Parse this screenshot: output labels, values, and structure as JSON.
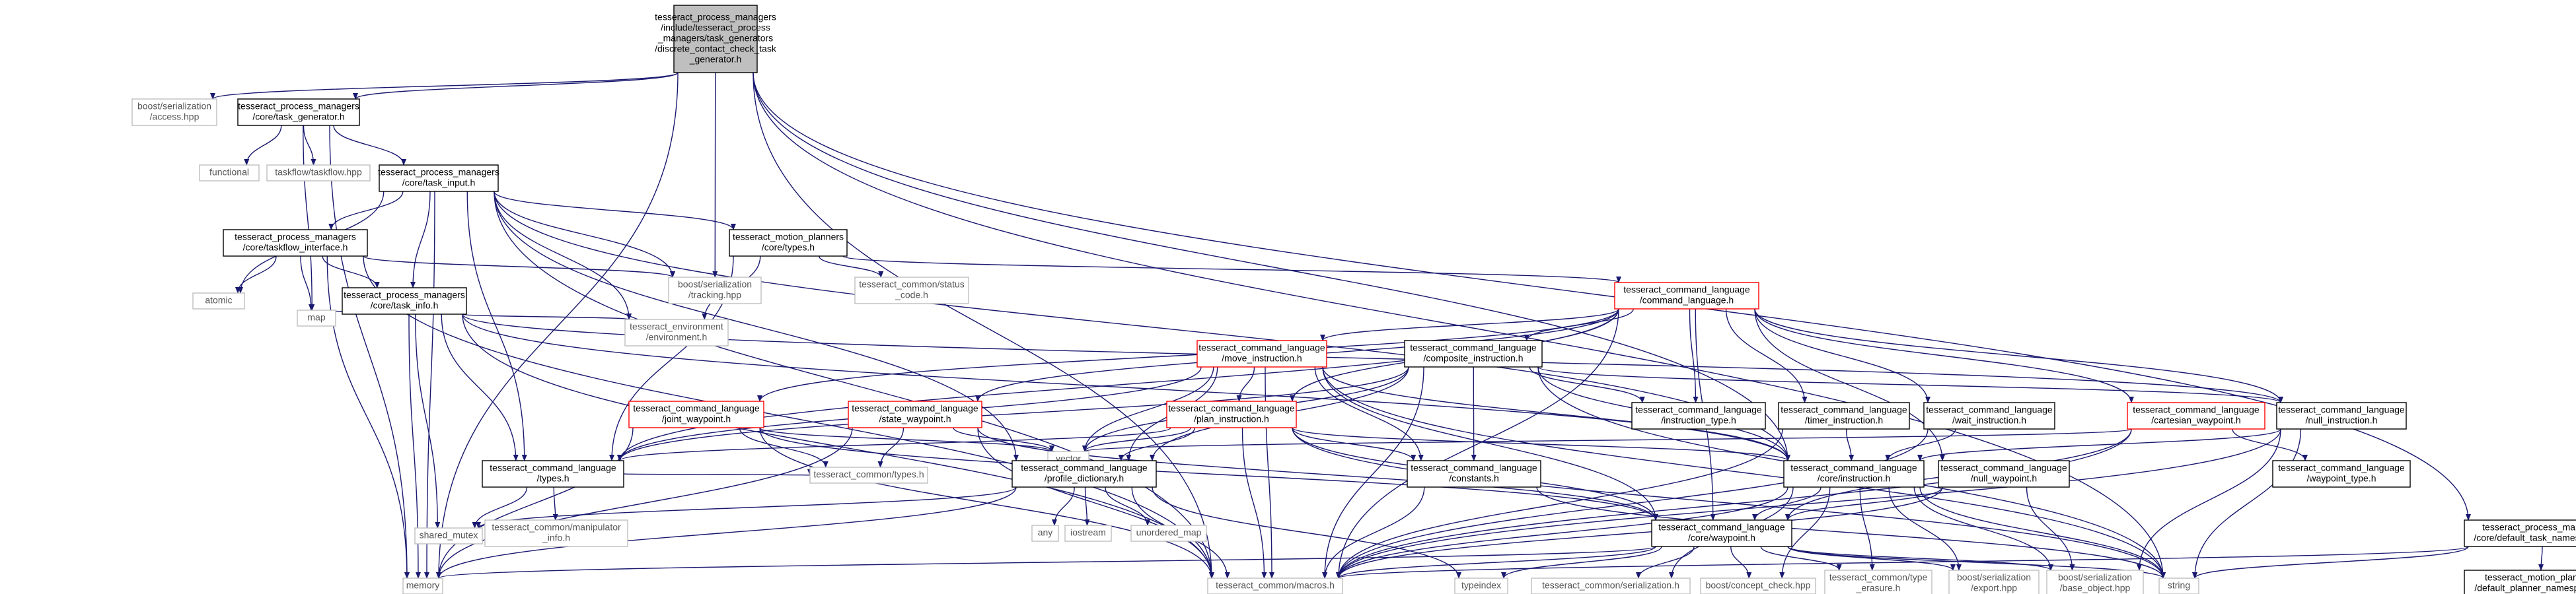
{
  "colors": {
    "edge": "#191970",
    "root_fill": "#bfbfbf",
    "border_normal": "#000000",
    "border_truncated": "#ff0000",
    "border_external": "#bfbfbf",
    "text_normal": "#000000",
    "text_external": "#555555",
    "node_fill": "#ffffff"
  },
  "nodes": [
    {
      "id": "root",
      "lines": [
        "tesseract_process_managers",
        "/include/tesseract_process",
        "_managers/task_generators",
        "/discrete_contact_check_task",
        "_generator.h"
      ],
      "style": "root"
    },
    {
      "id": "access",
      "lines": [
        "boost/serialization",
        "/access.hpp"
      ],
      "style": "external"
    },
    {
      "id": "task_generator",
      "lines": [
        "tesseract_process_managers",
        "/core/task_generator.h"
      ],
      "style": "normal"
    },
    {
      "id": "functional",
      "lines": [
        "functional"
      ],
      "style": "external"
    },
    {
      "id": "taskflow",
      "lines": [
        "taskflow/taskflow.hpp"
      ],
      "style": "external"
    },
    {
      "id": "task_input",
      "lines": [
        "tesseract_process_managers",
        "/core/task_input.h"
      ],
      "style": "normal"
    },
    {
      "id": "taskflow_interface",
      "lines": [
        "tesseract_process_managers",
        "/core/taskflow_interface.h"
      ],
      "style": "normal"
    },
    {
      "id": "motion_types",
      "lines": [
        "tesseract_motion_planners",
        "/core/types.h"
      ],
      "style": "normal"
    },
    {
      "id": "status_code",
      "lines": [
        "tesseract_common/status",
        "_code.h"
      ],
      "style": "external"
    },
    {
      "id": "tracking",
      "lines": [
        "boost/serialization",
        "/tracking.hpp"
      ],
      "style": "external"
    },
    {
      "id": "atomic",
      "lines": [
        "atomic"
      ],
      "style": "external"
    },
    {
      "id": "task_info",
      "lines": [
        "tesseract_process_managers",
        "/core/task_info.h"
      ],
      "style": "normal"
    },
    {
      "id": "map",
      "lines": [
        "map"
      ],
      "style": "external"
    },
    {
      "id": "environment",
      "lines": [
        "tesseract_environment",
        "/environment.h"
      ],
      "style": "external"
    },
    {
      "id": "command_language",
      "lines": [
        "tesseract_command_language",
        "/command_language.h"
      ],
      "style": "truncated"
    },
    {
      "id": "move_instruction",
      "lines": [
        "tesseract_command_language",
        "/move_instruction.h"
      ],
      "style": "truncated"
    },
    {
      "id": "composite_instruction",
      "lines": [
        "tesseract_command_language",
        "/composite_instruction.h"
      ],
      "style": "normal"
    },
    {
      "id": "instruction_type",
      "lines": [
        "tesseract_command_language",
        "/instruction_type.h"
      ],
      "style": "normal"
    },
    {
      "id": "timer_instruction",
      "lines": [
        "tesseract_command_language",
        "/timer_instruction.h"
      ],
      "style": "normal"
    },
    {
      "id": "wait_instruction",
      "lines": [
        "tesseract_command_language",
        "/wait_instruction.h"
      ],
      "style": "normal"
    },
    {
      "id": "cartesian_waypoint",
      "lines": [
        "tesseract_command_language",
        "/cartesian_waypoint.h"
      ],
      "style": "truncated"
    },
    {
      "id": "null_instruction",
      "lines": [
        "tesseract_command_language",
        "/null_instruction.h"
      ],
      "style": "normal"
    },
    {
      "id": "joint_waypoint",
      "lines": [
        "tesseract_command_language",
        "/joint_waypoint.h"
      ],
      "style": "truncated"
    },
    {
      "id": "state_waypoint",
      "lines": [
        "tesseract_command_language",
        "/state_waypoint.h"
      ],
      "style": "truncated"
    },
    {
      "id": "plan_instruction",
      "lines": [
        "tesseract_command_language",
        "/plan_instruction.h"
      ],
      "style": "truncated"
    },
    {
      "id": "vector",
      "lines": [
        "vector"
      ],
      "style": "external"
    },
    {
      "id": "cl_types",
      "lines": [
        "tesseract_command_language",
        "/types.h"
      ],
      "style": "normal"
    },
    {
      "id": "common_types",
      "lines": [
        "tesseract_common/types.h"
      ],
      "style": "external"
    },
    {
      "id": "profile_dictionary",
      "lines": [
        "tesseract_command_language",
        "/profile_dictionary.h"
      ],
      "style": "normal"
    },
    {
      "id": "constants",
      "lines": [
        "tesseract_command_language",
        "/constants.h"
      ],
      "style": "normal"
    },
    {
      "id": "core_instruction",
      "lines": [
        "tesseract_command_language",
        "/core/instruction.h"
      ],
      "style": "normal"
    },
    {
      "id": "null_waypoint",
      "lines": [
        "tesseract_command_language",
        "/null_waypoint.h"
      ],
      "style": "normal"
    },
    {
      "id": "waypoint_type",
      "lines": [
        "tesseract_command_language",
        "/waypoint_type.h"
      ],
      "style": "normal"
    },
    {
      "id": "shared_mutex",
      "lines": [
        "shared_mutex"
      ],
      "style": "external"
    },
    {
      "id": "manipulator_info",
      "lines": [
        "tesseract_common/manipulator",
        "_info.h"
      ],
      "style": "external"
    },
    {
      "id": "any",
      "lines": [
        "any"
      ],
      "style": "external"
    },
    {
      "id": "iostream",
      "lines": [
        "iostream"
      ],
      "style": "external"
    },
    {
      "id": "unordered_map",
      "lines": [
        "unordered_map"
      ],
      "style": "external"
    },
    {
      "id": "core_waypoint",
      "lines": [
        "tesseract_command_language",
        "/core/waypoint.h"
      ],
      "style": "normal"
    },
    {
      "id": "memory",
      "lines": [
        "memory"
      ],
      "style": "external"
    },
    {
      "id": "macros",
      "lines": [
        "tesseract_common/macros.h"
      ],
      "style": "external"
    },
    {
      "id": "typeindex",
      "lines": [
        "typeindex"
      ],
      "style": "external"
    },
    {
      "id": "serialization",
      "lines": [
        "tesseract_common/serialization.h"
      ],
      "style": "external"
    },
    {
      "id": "concept_check",
      "lines": [
        "boost/concept_check.hpp"
      ],
      "style": "external"
    },
    {
      "id": "type_erasure",
      "lines": [
        "tesseract_common/type",
        "_erasure.h"
      ],
      "style": "external"
    },
    {
      "id": "export",
      "lines": [
        "boost/serialization",
        "/export.hpp"
      ],
      "style": "external"
    },
    {
      "id": "base_object",
      "lines": [
        "boost/serialization",
        "/base_object.hpp"
      ],
      "style": "external"
    },
    {
      "id": "string",
      "lines": [
        "string"
      ],
      "style": "external"
    },
    {
      "id": "default_task_ns",
      "lines": [
        "tesseract_process_managers",
        "/core/default_task_namespaces.h"
      ],
      "style": "normal"
    },
    {
      "id": "default_planner_ns",
      "lines": [
        "tesseract_motion_planners",
        "/default_planner_namespaces.h"
      ],
      "style": "normal"
    }
  ],
  "edges": [
    [
      "root",
      "access"
    ],
    [
      "root",
      "task_generator"
    ],
    [
      "root",
      "tracking"
    ],
    [
      "root",
      "macros"
    ],
    [
      "root",
      "memory"
    ],
    [
      "root",
      "core_instruction"
    ],
    [
      "root",
      "default_task_ns"
    ],
    [
      "root",
      "string"
    ],
    [
      "task_generator",
      "functional"
    ],
    [
      "task_generator",
      "taskflow"
    ],
    [
      "task_generator",
      "task_input"
    ],
    [
      "task_generator",
      "memory"
    ],
    [
      "task_generator",
      "map"
    ],
    [
      "task_input",
      "taskflow_interface"
    ],
    [
      "task_input",
      "task_info"
    ],
    [
      "task_input",
      "motion_types"
    ],
    [
      "task_input",
      "atomic"
    ],
    [
      "task_input",
      "tracking"
    ],
    [
      "task_input",
      "environment"
    ],
    [
      "task_input",
      "cl_types"
    ],
    [
      "task_input",
      "profile_dictionary"
    ],
    [
      "task_input",
      "memory"
    ],
    [
      "task_input",
      "macros"
    ],
    [
      "task_input",
      "core_instruction"
    ],
    [
      "taskflow_interface",
      "atomic"
    ],
    [
      "taskflow_interface",
      "map"
    ],
    [
      "taskflow_interface",
      "task_info"
    ],
    [
      "taskflow_interface",
      "tracking"
    ],
    [
      "taskflow_interface",
      "memory"
    ],
    [
      "taskflow_interface",
      "macros"
    ],
    [
      "motion_types",
      "status_code"
    ],
    [
      "motion_types",
      "command_language"
    ],
    [
      "motion_types",
      "environment"
    ],
    [
      "motion_types",
      "cl_types"
    ],
    [
      "task_info",
      "map"
    ],
    [
      "task_info",
      "environment"
    ],
    [
      "task_info",
      "shared_mutex"
    ],
    [
      "task_info",
      "memory"
    ],
    [
      "task_info",
      "macros"
    ],
    [
      "task_info",
      "cl_types"
    ],
    [
      "task_info",
      "core_instruction"
    ],
    [
      "task_info",
      "null_instruction"
    ],
    [
      "command_language",
      "move_instruction"
    ],
    [
      "command_language",
      "composite_instruction"
    ],
    [
      "command_language",
      "instruction_type"
    ],
    [
      "command_language",
      "timer_instruction"
    ],
    [
      "command_language",
      "wait_instruction"
    ],
    [
      "command_language",
      "cartesian_waypoint"
    ],
    [
      "command_language",
      "null_instruction"
    ],
    [
      "command_language",
      "joint_waypoint"
    ],
    [
      "command_language",
      "state_waypoint"
    ],
    [
      "command_language",
      "plan_instruction"
    ],
    [
      "command_language",
      "core_waypoint"
    ],
    [
      "command_language",
      "null_waypoint"
    ],
    [
      "command_language",
      "macros"
    ],
    [
      "command_language",
      "cl_types"
    ],
    [
      "move_instruction",
      "vector"
    ],
    [
      "move_instruction",
      "plan_instruction"
    ],
    [
      "move_instruction",
      "profile_dictionary"
    ],
    [
      "move_instruction",
      "constants"
    ],
    [
      "move_instruction",
      "core_instruction"
    ],
    [
      "move_instruction",
      "core_waypoint"
    ],
    [
      "move_instruction",
      "macros"
    ],
    [
      "move_instruction",
      "cl_types"
    ],
    [
      "move_instruction",
      "string"
    ],
    [
      "composite_instruction",
      "vector"
    ],
    [
      "composite_instruction",
      "instruction_type"
    ],
    [
      "composite_instruction",
      "null_instruction"
    ],
    [
      "composite_instruction",
      "profile_dictionary"
    ],
    [
      "composite_instruction",
      "constants"
    ],
    [
      "composite_instruction",
      "core_instruction"
    ],
    [
      "composite_instruction",
      "macros"
    ],
    [
      "composite_instruction",
      "cl_types"
    ],
    [
      "composite_instruction",
      "string"
    ],
    [
      "timer_instruction",
      "core_instruction"
    ],
    [
      "timer_instruction",
      "macros"
    ],
    [
      "wait_instruction",
      "core_instruction"
    ],
    [
      "wait_instruction",
      "macros"
    ],
    [
      "cartesian_waypoint",
      "waypoint_type"
    ],
    [
      "cartesian_waypoint",
      "core_waypoint"
    ],
    [
      "cartesian_waypoint",
      "macros"
    ],
    [
      "cartesian_waypoint",
      "vector"
    ],
    [
      "null_instruction",
      "core_instruction"
    ],
    [
      "null_instruction",
      "macros"
    ],
    [
      "null_instruction",
      "string"
    ],
    [
      "null_instruction",
      "base_object"
    ],
    [
      "joint_waypoint",
      "vector"
    ],
    [
      "joint_waypoint",
      "common_types"
    ],
    [
      "joint_waypoint",
      "core_waypoint"
    ],
    [
      "joint_waypoint",
      "macros"
    ],
    [
      "joint_waypoint",
      "memory"
    ],
    [
      "state_waypoint",
      "vector"
    ],
    [
      "state_waypoint",
      "common_types"
    ],
    [
      "state_waypoint",
      "core_waypoint"
    ],
    [
      "state_waypoint",
      "macros"
    ],
    [
      "state_waypoint",
      "memory"
    ],
    [
      "plan_instruction",
      "vector"
    ],
    [
      "plan_instruction",
      "profile_dictionary"
    ],
    [
      "plan_instruction",
      "constants"
    ],
    [
      "plan_instruction",
      "core_instruction"
    ],
    [
      "plan_instruction",
      "core_waypoint"
    ],
    [
      "plan_instruction",
      "macros"
    ],
    [
      "plan_instruction",
      "cl_types"
    ],
    [
      "plan_instruction",
      "string"
    ],
    [
      "cl_types",
      "shared_mutex"
    ],
    [
      "cl_types",
      "manipulator_info"
    ],
    [
      "cl_types",
      "common_types"
    ],
    [
      "profile_dictionary",
      "any"
    ],
    [
      "profile_dictionary",
      "iostream"
    ],
    [
      "profile_dictionary",
      "unordered_map"
    ],
    [
      "profile_dictionary",
      "shared_mutex"
    ],
    [
      "profile_dictionary",
      "memory"
    ],
    [
      "profile_dictionary",
      "macros"
    ],
    [
      "profile_dictionary",
      "typeindex"
    ],
    [
      "constants",
      "macros"
    ],
    [
      "constants",
      "string"
    ],
    [
      "core_instruction",
      "core_waypoint"
    ],
    [
      "core_instruction",
      "macros"
    ],
    [
      "core_instruction",
      "serialization"
    ],
    [
      "core_instruction",
      "concept_check"
    ],
    [
      "core_instruction",
      "type_erasure"
    ],
    [
      "core_instruction",
      "export"
    ],
    [
      "core_instruction",
      "base_object"
    ],
    [
      "core_instruction",
      "string"
    ],
    [
      "null_waypoint",
      "core_waypoint"
    ],
    [
      "null_waypoint",
      "macros"
    ],
    [
      "null_waypoint",
      "base_object"
    ],
    [
      "core_waypoint",
      "macros"
    ],
    [
      "core_waypoint",
      "serialization"
    ],
    [
      "core_waypoint",
      "concept_check"
    ],
    [
      "core_waypoint",
      "type_erasure"
    ],
    [
      "core_waypoint",
      "export"
    ],
    [
      "core_waypoint",
      "base_object"
    ],
    [
      "core_waypoint",
      "string"
    ],
    [
      "core_waypoint",
      "memory"
    ],
    [
      "core_waypoint",
      "typeindex"
    ],
    [
      "default_task_ns",
      "default_planner_ns"
    ],
    [
      "default_task_ns",
      "string"
    ],
    [
      "default_task_ns",
      "macros"
    ]
  ]
}
